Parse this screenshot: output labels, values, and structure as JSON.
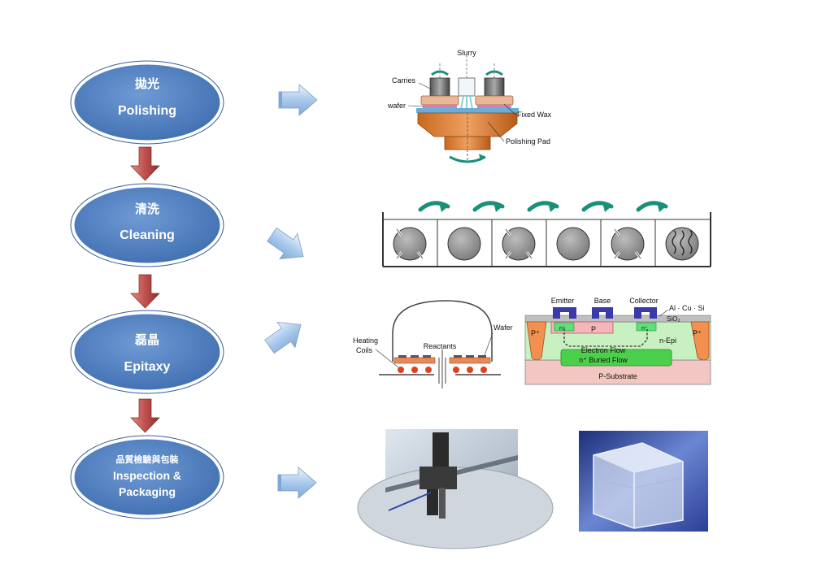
{
  "stages": [
    {
      "cjk": "拋光",
      "en": "Polishing",
      "en2": ""
    },
    {
      "cjk": "清洗",
      "en": "Cleaning",
      "en2": ""
    },
    {
      "cjk": "磊晶",
      "en": "Epitaxy",
      "en2": ""
    },
    {
      "cjk": "品質檢驗與包裝",
      "en": "Inspection &",
      "en2": "Packaging"
    }
  ],
  "polishing": {
    "slurry": "Slurry",
    "carries": "Carries",
    "wafer": "wafer",
    "fixed_wax": "Fixed Wax",
    "polishing_pad": "Polishing Pad"
  },
  "epitaxy_reactor": {
    "heating": "Heating",
    "coils": "Coils",
    "reactants": "Reactants",
    "wafer": "Wafer"
  },
  "transistor": {
    "emitter": "Emitter",
    "base": "Base",
    "collector": "Collector",
    "metals": "Al · Cu · Si",
    "sio2": "SiO₂",
    "p_plus": "P⁺",
    "n_plus": "n⁺",
    "p": "P",
    "n_epi": "n-Epi",
    "electron_flow": "Electron Flow",
    "buried": "n⁺ Buried Flow",
    "substrate": "P-Substrate"
  },
  "colors": {
    "oval": "#4f7fc0",
    "down_arrow": "#c0504d",
    "right_arrow": "#9cc0e8",
    "orange": "#e07b3a"
  }
}
